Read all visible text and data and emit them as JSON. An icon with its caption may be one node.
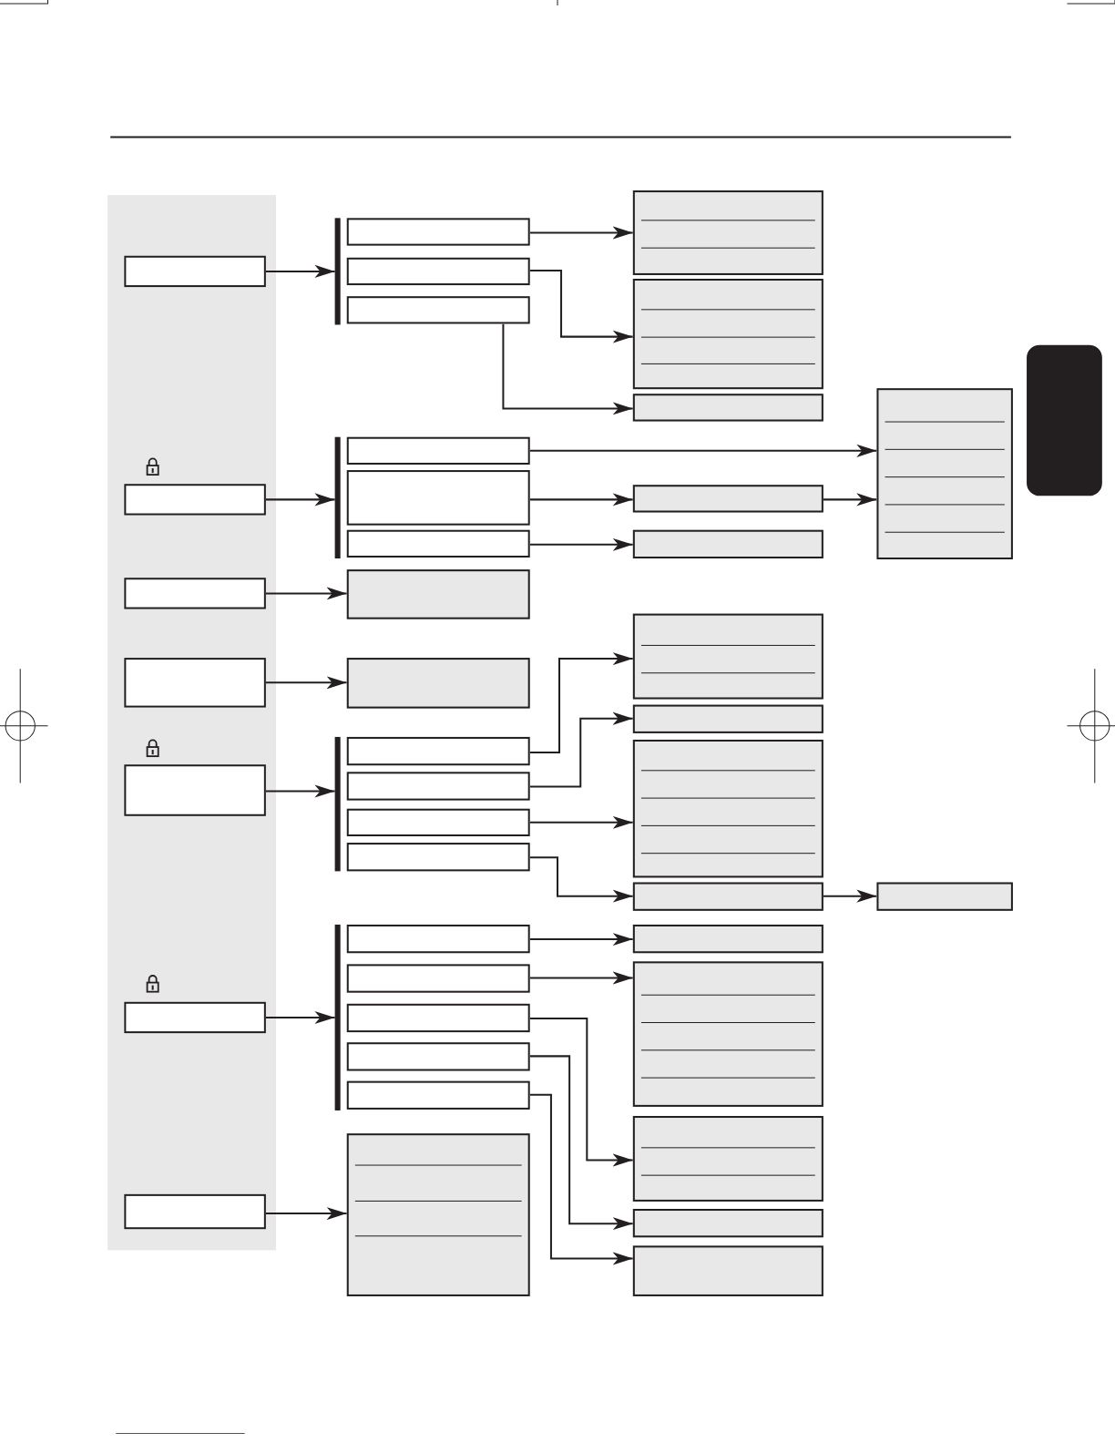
{
  "diagram": {
    "nodes": [
      {
        "text": [],
        "shape": "box"
      },
      {
        "text": [],
        "shape": "box",
        "in": 0
      },
      {
        "text": [],
        "shape": "box",
        "in": 0
      },
      {
        "text": [],
        "shape": "box",
        "in": 0
      },
      {
        "text": [],
        "shape": "box",
        "in": 0
      },
      {
        "text": [],
        "shape": "box",
        "in": 0
      },
      {
        "text": [],
        "shape": "box",
        "in": 0
      },
      {
        "text": [],
        "shape": "box",
        "in": 0
      },
      {
        "text": [],
        "shape": "bar"
      },
      {
        "text": [],
        "shape": "bar"
      },
      {
        "text": [],
        "shape": "bar"
      },
      {
        "text": [],
        "shape": "bar"
      },
      {
        "text": [],
        "shape": "box"
      },
      {
        "text": [],
        "shape": "box"
      },
      {
        "text": [],
        "shape": "box"
      },
      {
        "text": [],
        "shape": "box"
      },
      {
        "text": [],
        "shape": "box"
      },
      {
        "text": [],
        "shape": "box"
      },
      {
        "text": [],
        "shape": "box"
      },
      {
        "text": [],
        "shape": "box"
      },
      {
        "text": [],
        "shape": "box"
      },
      {
        "text": [],
        "shape": "box"
      },
      {
        "text": [],
        "shape": "box"
      },
      {
        "text": [],
        "shape": "box"
      },
      {
        "text": [],
        "shape": "box"
      },
      {
        "text": [],
        "shape": "box"
      },
      {
        "text": [],
        "shape": "box"
      },
      {
        "text": [],
        "shape": "box"
      },
      {
        "text": [],
        "shape": "box"
      },
      {
        "text": [],
        "shape": "box"
      },
      {
        "text": [],
        "shape": "box"
      },
      {
        "text": [],
        "shape": "box"
      },
      {
        "text": [],
        "shape": "box"
      },
      {
        "text": [],
        "shape": "box"
      },
      {
        "text": [],
        "shape": "box"
      },
      {
        "text": [],
        "shape": "box"
      },
      {
        "text": [],
        "shape": "box"
      },
      {
        "text": [],
        "shape": "box"
      },
      {
        "text": [],
        "shape": "box"
      },
      {
        "text": [],
        "shape": "box"
      },
      {
        "text": [],
        "shape": "box"
      },
      {
        "text": [],
        "shape": "box"
      },
      {
        "text": [],
        "shape": "box"
      },
      {
        "text": [],
        "shape": "box"
      },
      {
        "text": [],
        "shape": "box"
      },
      {
        "text": [],
        "shape": "box"
      },
      {
        "text": [],
        "shape": "box"
      }
    ],
    "edges": [
      {
        "from": 1,
        "to": 8,
        "arrow": "to"
      },
      {
        "from": 2,
        "to": 9,
        "arrow": "to"
      },
      {
        "from": 3,
        "to": 18,
        "arrow": "to"
      },
      {
        "from": 4,
        "to": 19,
        "arrow": "to"
      },
      {
        "from": 5,
        "to": 10,
        "arrow": "to"
      },
      {
        "from": 6,
        "to": 11,
        "arrow": "to"
      },
      {
        "from": 7,
        "to": 29,
        "arrow": "to"
      },
      {
        "from": 12,
        "to": 30,
        "arrow": "to"
      },
      {
        "from": 13,
        "to": 31,
        "arrow": "to"
      },
      {
        "from": 14,
        "to": 32,
        "arrow": "to"
      },
      {
        "from": 15,
        "to": 44,
        "arrow": "to"
      },
      {
        "from": 16,
        "to": 33,
        "arrow": "to"
      },
      {
        "from": 33,
        "to": 44,
        "arrow": "to"
      },
      {
        "from": 17,
        "to": 34,
        "arrow": "to"
      },
      {
        "from": 20,
        "to": 35,
        "arrow": "to"
      },
      {
        "from": 21,
        "to": 36,
        "arrow": "to"
      },
      {
        "from": 22,
        "to": 37,
        "arrow": "to"
      },
      {
        "from": 23,
        "to": 38,
        "arrow": "to"
      },
      {
        "from": 38,
        "to": 45,
        "arrow": "to"
      },
      {
        "from": 24,
        "to": 39,
        "arrow": "to"
      },
      {
        "from": 25,
        "to": 40,
        "arrow": "to"
      },
      {
        "from": 26,
        "to": 41,
        "arrow": "to"
      },
      {
        "from": 27,
        "to": 42,
        "arrow": "to"
      },
      {
        "from": 28,
        "to": 43,
        "arrow": "to"
      }
    ]
  }
}
